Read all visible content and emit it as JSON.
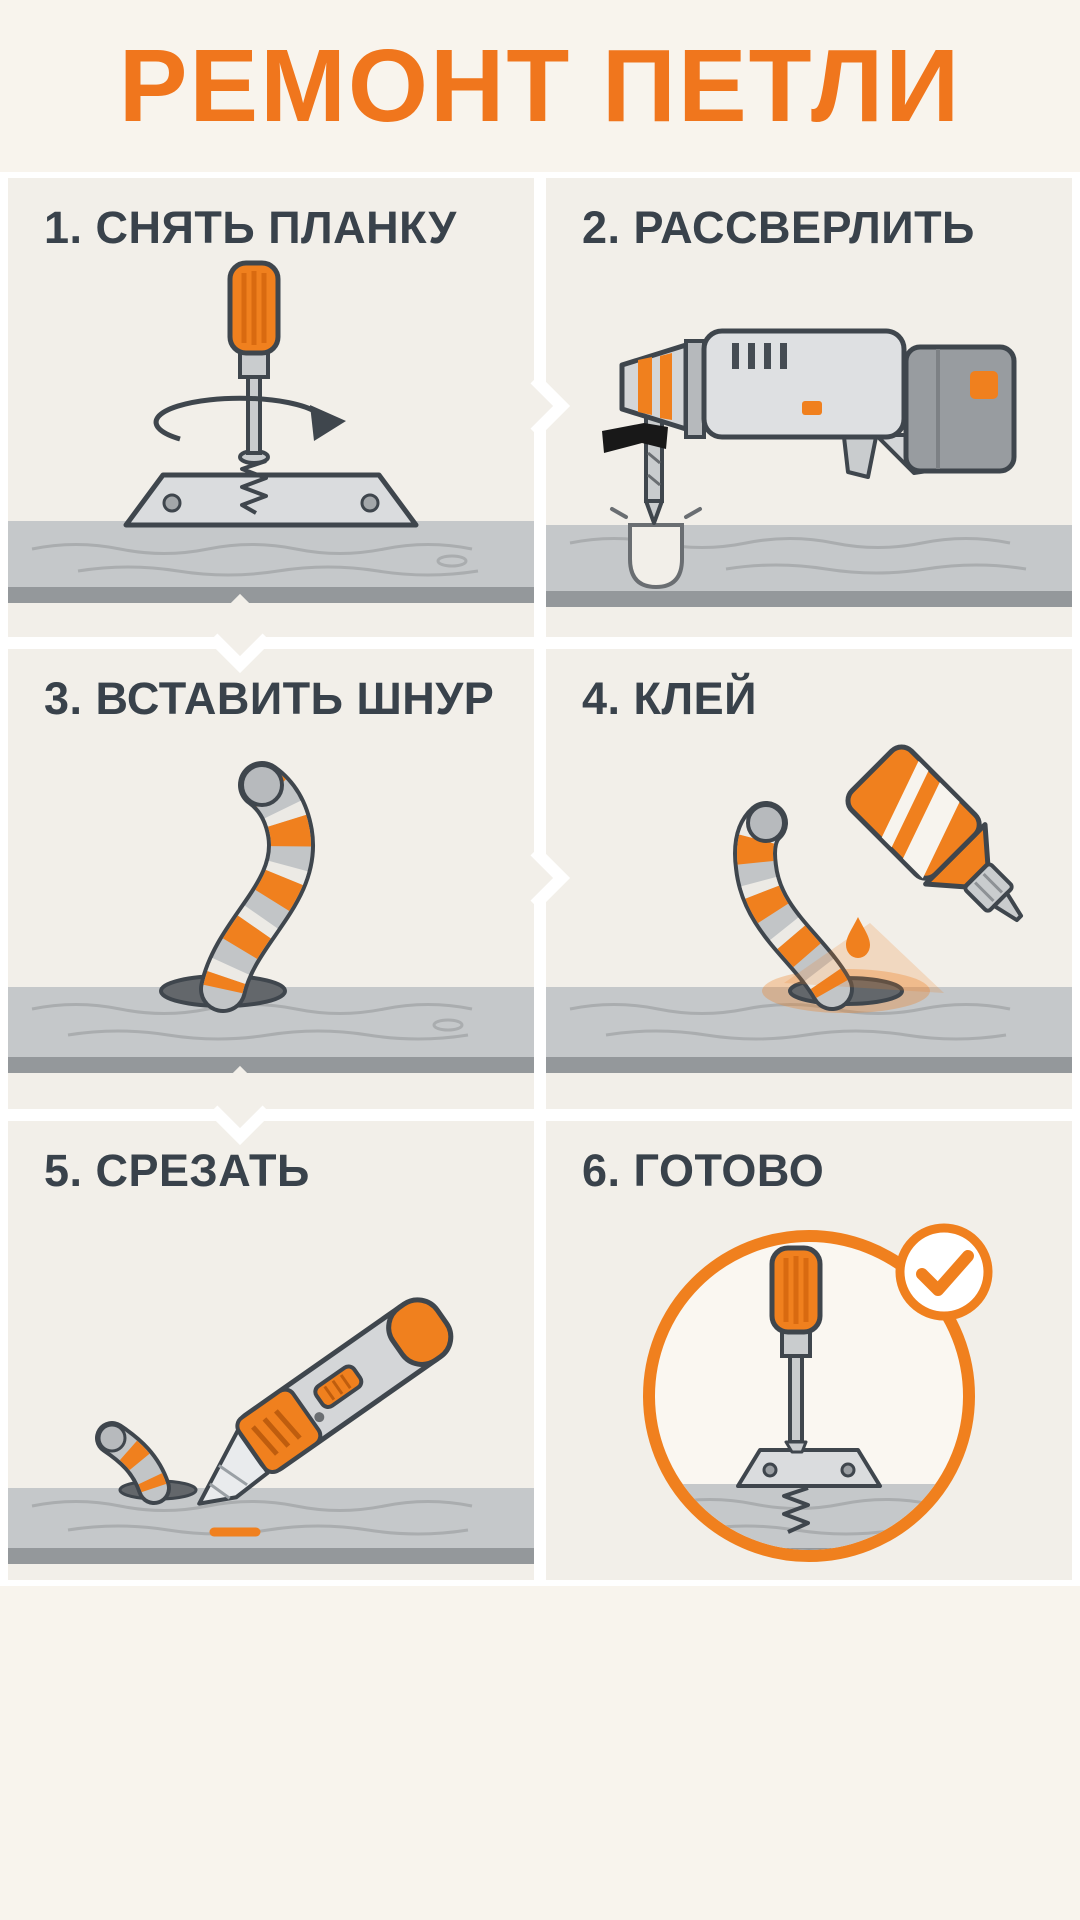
{
  "header": {
    "title": "РЕМОНТ ПЕТЛИ"
  },
  "steps": [
    {
      "label": "1. СНЯТЬ ПЛАНКУ",
      "icon": "screwdriver-hinge-icon"
    },
    {
      "label": "2. РАССВЕРЛИТЬ",
      "icon": "drill-icon"
    },
    {
      "label": "3. ВСТАВИТЬ ШНУР",
      "icon": "cord-in-hole-icon"
    },
    {
      "label": "4. КЛЕЙ",
      "icon": "glue-bottle-icon"
    },
    {
      "label": "5. СРЕЗАТЬ",
      "icon": "utility-knife-icon"
    },
    {
      "label": "6. ГОТОВО",
      "icon": "done-check-icon"
    }
  ],
  "colors": {
    "accent": "#f0761d",
    "step_text": "#39424b",
    "background": "#f8f4ed",
    "panel": "#f2efe9",
    "gutter": "#ffffff",
    "wood": "#c5c8ca",
    "outline": "#3f464d"
  }
}
